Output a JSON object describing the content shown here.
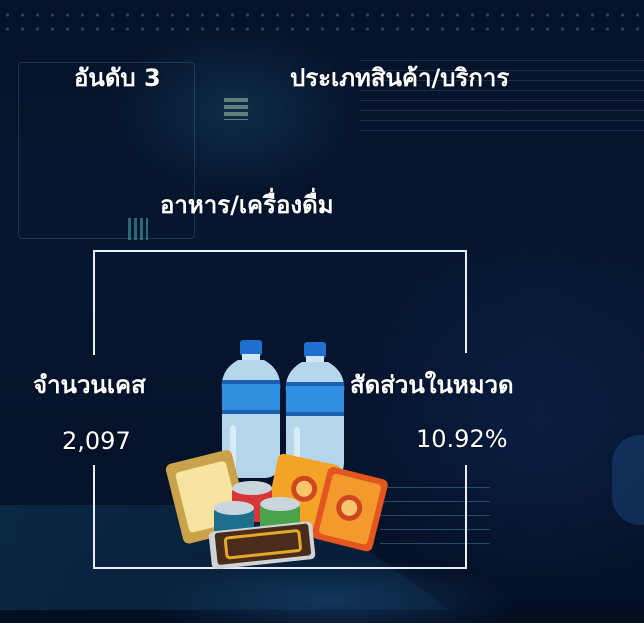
{
  "slide": {
    "rank_label": "อันดับ 3",
    "category_heading": "ประเภทสินค้า/บริการ",
    "category_value": "อาหาร/เครื่องดื่ม",
    "case_count": {
      "label": "จำนวนเคส",
      "value": "2,097"
    },
    "category_share": {
      "label": "สัดส่วนในหมวด",
      "value": "10.92%"
    },
    "illustration": "food-and-beverage-illustration"
  },
  "colors": {
    "background": "#061630",
    "text": "#ffffff",
    "frame": "#e8eef5",
    "bottle_blue": "#2f8fe0",
    "bottle_cap": "#1f6fd0"
  }
}
